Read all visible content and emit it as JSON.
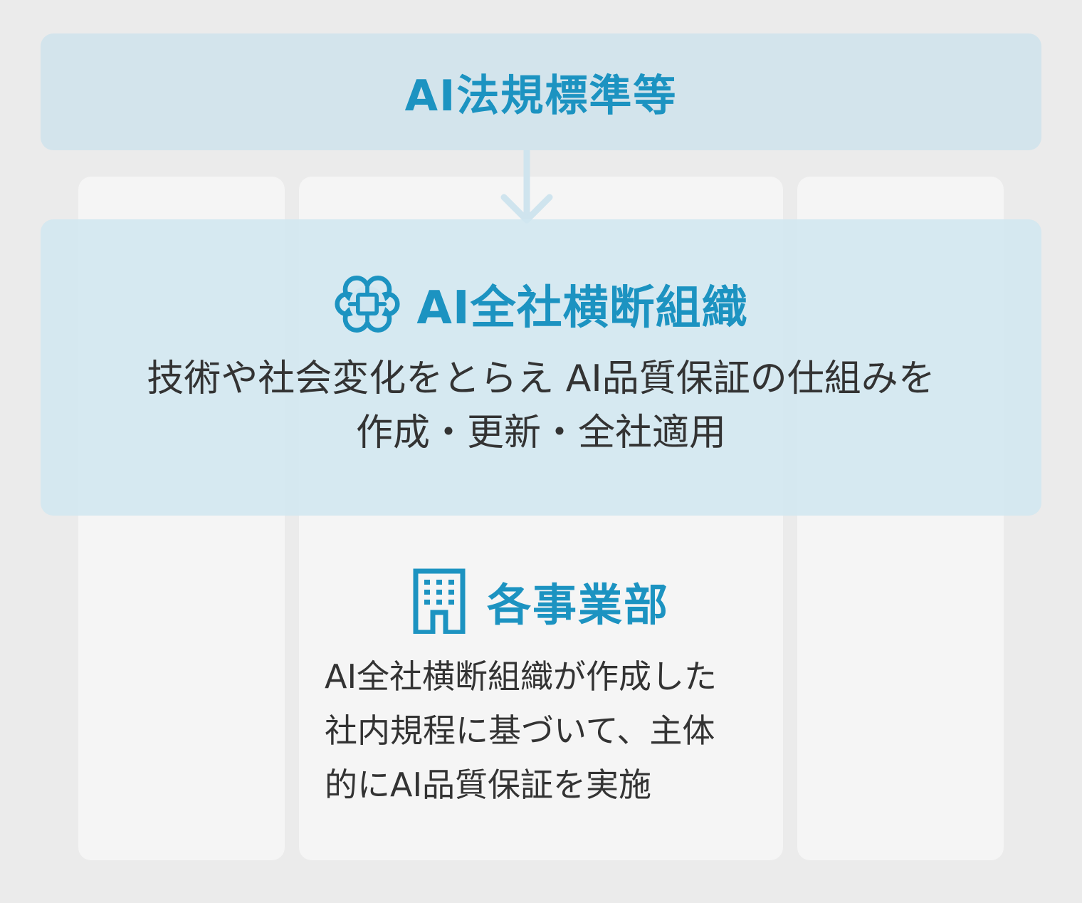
{
  "top": {
    "title": "AI法規標準等"
  },
  "middle": {
    "title": "AI全社横断組織",
    "description": "技術や社会変化をとらえ AI品質保証の仕組みを\n作成・更新・全社適用",
    "icon": "brain-icon"
  },
  "department": {
    "title": "各事業部",
    "description": "AI全社横断組織が作成した\n社内規程に基づいて、主体\n的にAI品質保証を実施",
    "icon": "building-icon"
  },
  "colors": {
    "accent": "#1c93c1",
    "top_box": "#d3e4ec",
    "middle_box": "#d0e6f0",
    "column": "#f5f5f5",
    "background": "#ebebeb",
    "text": "#333333"
  }
}
